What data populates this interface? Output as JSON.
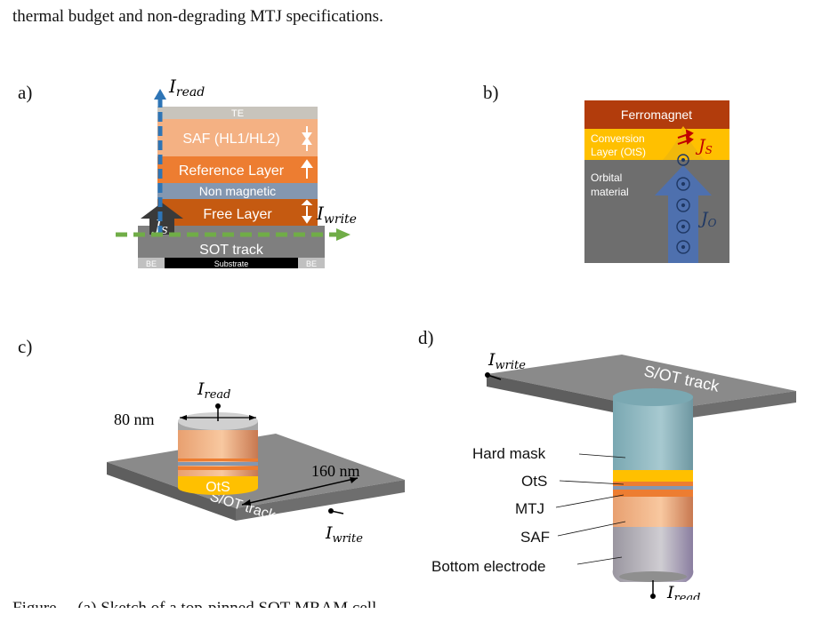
{
  "intro_text": "thermal budget and non-degrading MTJ specifications.",
  "panels": {
    "a": {
      "label": "a)",
      "i_read": "I",
      "i_read_sub": "read",
      "i_write": "I",
      "i_write_sub": "write",
      "js": "J",
      "js_sub": "S",
      "layers": [
        "TE",
        "SAF (HL1/HL2)",
        "Reference Layer",
        "Non magnetic",
        "Free Layer",
        "SOT track"
      ],
      "be_left": "BE",
      "be_right": "BE",
      "substrate": "Substrate"
    },
    "b": {
      "label": "b)",
      "ferromagnet": "Ferromagnet",
      "conversion_line1": "Conversion",
      "conversion_line2": "Layer (OtS)",
      "orbital_line1": "Orbital",
      "orbital_line2": "material",
      "js": "J",
      "js_sub": "S",
      "jo": "J",
      "jo_sub": "O"
    },
    "c": {
      "label": "c)",
      "i_read": "I",
      "i_read_sub": "read",
      "i_write": "I",
      "i_write_sub": "write",
      "dim_80": "80 nm",
      "dim_160": "160 nm",
      "ots": "OtS",
      "track": "S/OT track"
    },
    "d": {
      "label": "d)",
      "i_write": "I",
      "i_write_sub": "write",
      "i_read": "I",
      "i_read_sub": "read",
      "track": "S/OT track",
      "labels": [
        "Hard mask",
        "OtS",
        "MTJ",
        "SAF",
        "Bottom electrode"
      ]
    }
  },
  "colors": {
    "te": "#c8c4bc",
    "saf": "#f4b183",
    "reference": "#ed7d31",
    "nonmag": "#8497b0",
    "free": "#c55a11",
    "sot": "#7f7f7f",
    "ferromagnet": "#b23c0c",
    "conversion": "#ffc000",
    "orbital": "#6e6e6e",
    "arrow_blue": "#4472c4",
    "read_blue": "#2e75b6",
    "write_green": "#70ad47",
    "hard_mask": "#8fb4bc",
    "bottom_electrode": "#b0acb0"
  },
  "caption": "Figure ... (a) Sketch of a top-pinned SOT-MRAM cell ..."
}
